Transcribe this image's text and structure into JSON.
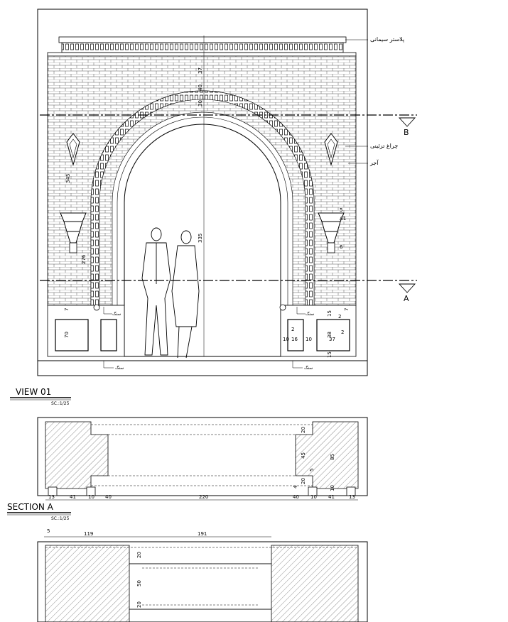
{
  "view01": {
    "title": "VIEW 01",
    "scale": "SC.:1/25",
    "callouts": {
      "cement_plaster": "پلاستر سیمانی",
      "decorative_lamp": "چراغ تزئینی",
      "brick": "آجر",
      "stone_left": "سنگ",
      "stone_right": "سنگ",
      "stone_base_left": "سنگ",
      "stone_base_right": "سنگ"
    },
    "section_marks": {
      "top": "B",
      "bottom": "A"
    },
    "dims": {
      "top_height": "37",
      "mid1": "40",
      "mid2": "30",
      "center_height": "335",
      "left_height": "345",
      "left_lower": "276",
      "pier_height": "7",
      "base_height": "70",
      "right_15a": "15",
      "right_15b": "15",
      "right_2a": "2",
      "right_2b": "2",
      "right_37": "37",
      "right_16": "16",
      "right_10a": "10",
      "right_10b": "10",
      "right_38": "38",
      "right_41": "A1",
      "right_lamp_2": "2",
      "right_lamp_5": "5",
      "right_lamp_6": "6",
      "right_pier_7": "7"
    }
  },
  "sectionA": {
    "title": "SECTION A",
    "scale": "SC.:1/25",
    "dims_bottom": [
      "13",
      "41",
      "10",
      "40",
      "220",
      "40",
      "10",
      "41",
      "13"
    ],
    "dims_right": {
      "d20a": "20",
      "d45": "45",
      "d85": "85",
      "d5": "5",
      "d20b": "20",
      "d10": "10",
      "d4": "4"
    }
  },
  "sectionB": {
    "dims_top": {
      "d5": "5",
      "d119": "119",
      "d191": "191"
    },
    "dims_vertical": {
      "d20a": "20",
      "d50": "50",
      "d20b": "20"
    }
  }
}
